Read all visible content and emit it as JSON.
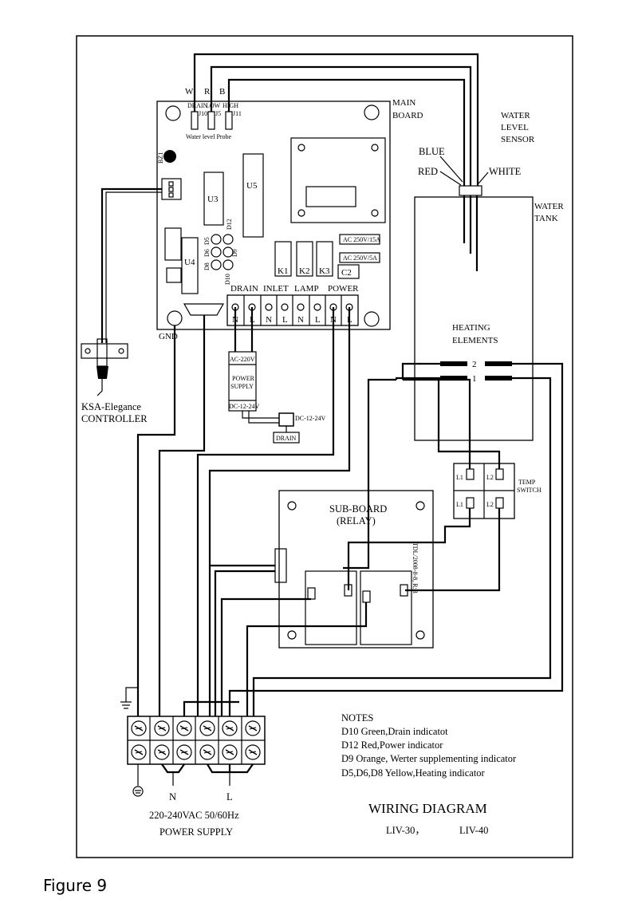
{
  "probe": {
    "labels": [
      "W",
      "R",
      "B"
    ],
    "pins": [
      "DRAIN",
      "LOW",
      "HIGH"
    ],
    "caption": "Water level Probe",
    "pin_codes": [
      "J10",
      "J5",
      "J11"
    ]
  },
  "main_board": {
    "label_line1": "MAIN",
    "label_line2": "BOARD",
    "chips": [
      "U3",
      "U5",
      "U4"
    ],
    "relays": [
      "K1",
      "K2",
      "K3"
    ],
    "capacitor": "C2",
    "buzzer": "BZ1",
    "leds": [
      "D12",
      "D5",
      "D6",
      "D8",
      "D9",
      "D10"
    ],
    "fuses": [
      "AC 250V/15A",
      "AC 250V/5A"
    ],
    "terminal_groups": [
      "DRAIN",
      "INLET",
      "LAMP",
      "POWER"
    ],
    "terminal_pins": [
      "N",
      "L",
      "N",
      "L",
      "N",
      "L",
      "N",
      "L"
    ],
    "gnd": "GND"
  },
  "sensor": {
    "line1": "WATER",
    "line2": "LEVEL",
    "line3": "SENSOR",
    "wires": [
      "BLUE",
      "RED",
      "WHITE"
    ]
  },
  "tank": {
    "line1": "WATER",
    "line2": "TANK"
  },
  "heating": {
    "line1": "HEATING",
    "line2": "ELEMENTS",
    "numbers": [
      "2",
      "1"
    ]
  },
  "power_supply": {
    "input": "AC-220V",
    "name_line1": "POWER",
    "name_line2": "SUPPLY",
    "output": "DC-12-24V"
  },
  "drain": {
    "voltage": "DC-12-24V",
    "label": "DRAIN"
  },
  "controller": {
    "line1": "KSA-Elegance",
    "line2": "CONTROLLER"
  },
  "temp_switch": {
    "line1": "TEMP",
    "line2": "SWITCH",
    "pins": [
      "L1",
      "L2",
      "L1",
      "L2"
    ]
  },
  "sub_board": {
    "line1": "SUB-BOARD",
    "line2": "(RELAY)",
    "version": "TDL/2008-8-8, R:B"
  },
  "supply": {
    "n": "N",
    "l": "L",
    "voltage": "220-240VAC 50/60Hz",
    "label": "POWER SUPPLY"
  },
  "notes": {
    "title": "NOTES",
    "items": [
      "D10 Green,Drain indicatot",
      "D12 Red,Power indicator",
      "D9 Orange, Werter supplementing indicator",
      "D5,D6,D8 Yellow,Heating indicator"
    ]
  },
  "title": {
    "main": "WIRING DIAGRAM",
    "model1": "LIV-30，",
    "model2": "LIV-40"
  },
  "figure_caption": "Figure 9"
}
